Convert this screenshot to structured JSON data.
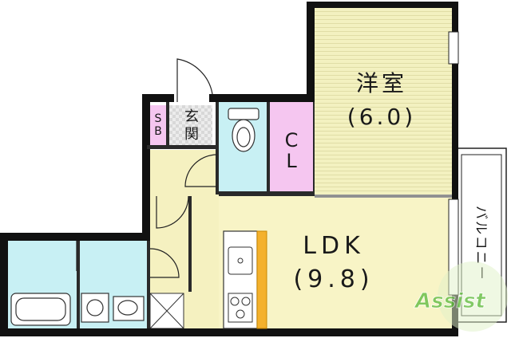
{
  "rooms": {
    "western_room": {
      "name": "洋室",
      "size": "(6.0)"
    },
    "ldk": {
      "name": "LDK",
      "size": "(9.8)"
    },
    "closet": {
      "c": "C",
      "l": "L"
    },
    "shoe_box": {
      "s": "S",
      "b": "B"
    },
    "entrance": {
      "line1": "玄",
      "line2": "関"
    },
    "balcony": {
      "label": "バルコニー"
    }
  },
  "logo": {
    "text": "Assist"
  },
  "colors": {
    "wall": "#111111",
    "western_floor": "#f3f1c0",
    "ldk_floor": "#f8f4c6",
    "hall_floor": "#f5f1c0",
    "wet_area": "#c8f0f4",
    "closet": "#f5c6f0",
    "kitchen_strip": "#f4b12c",
    "logo_green": "#6cc04a"
  }
}
